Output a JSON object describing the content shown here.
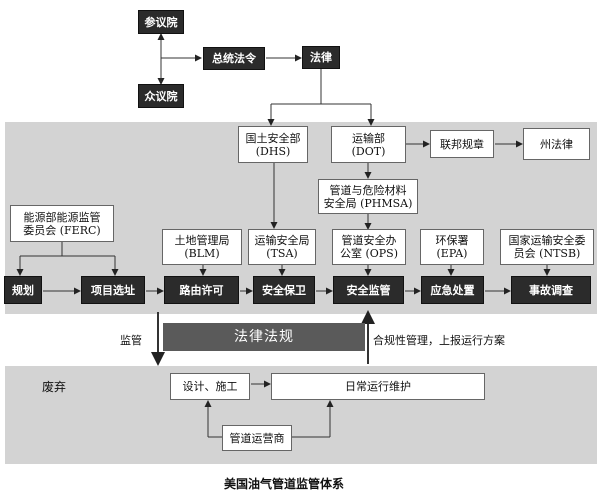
{
  "top": {
    "senate": "参议院",
    "house": "众议院",
    "president": "总统法令",
    "law": "法律"
  },
  "federal": {
    "dhs": "国土安全部\n(DHS)",
    "dot": "运输部\n(DOT)",
    "federal_regs": "联邦规章",
    "state_law": "州法律",
    "phmsa": "管道与危险材料\n安全局 (PHMSA)"
  },
  "agencies": {
    "ferc": "能源部能源监管\n委员会 (FERC)",
    "blm": "土地管理局\n(BLM)",
    "tsa": "运输安全局\n(TSA)",
    "ops": "管道安全办\n公室 (OPS)",
    "epa": "环保署\n(EPA)",
    "ntsb": "国家运输安全委\n员会 (NTSB)"
  },
  "stages": [
    "规划",
    "项目选址",
    "路由许可",
    "安全保卫",
    "安全监管",
    "应急处置",
    "事故调查"
  ],
  "middle": {
    "left_label": "监管",
    "center_bar": "法律法规",
    "right_label": "合规性管理，上报运行方案"
  },
  "operator": {
    "abandon": "废弃",
    "design": "设计、施工",
    "daily": "日常运行维护",
    "operator": "管道运营商"
  },
  "caption": "美国油气管道监管体系"
}
